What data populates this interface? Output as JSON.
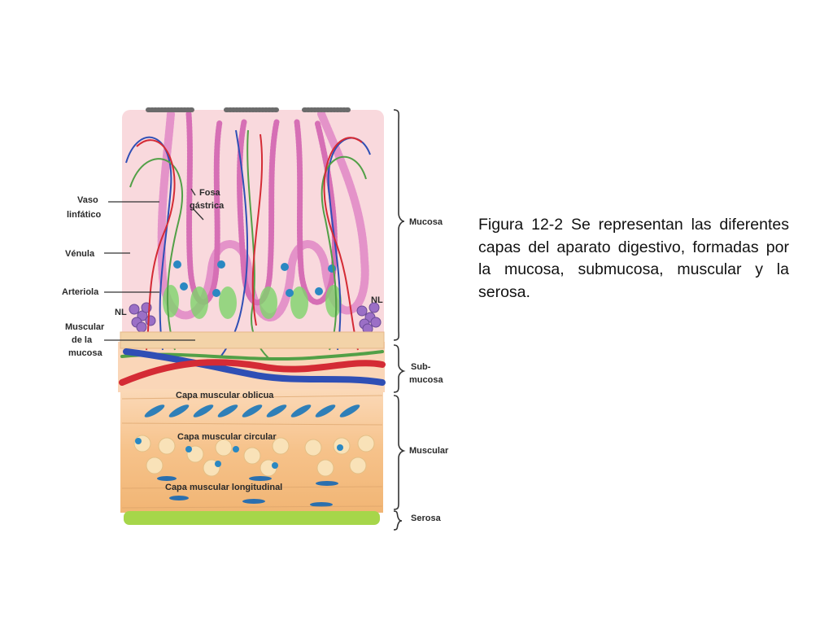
{
  "labels": {
    "vaso_linfatico": [
      "Vaso",
      "linfático"
    ],
    "venula": "Vénula",
    "arteriola": "Arteriola",
    "muscular_mucosa": [
      "Muscular",
      "de la",
      "mucosa"
    ],
    "fosa_gastrica": [
      "Fosa",
      "gástrica"
    ],
    "nl": "NL",
    "capa_oblicua": "Capa muscular oblicua",
    "capa_circular": "Capa muscular circular",
    "capa_longitudinal": "Capa muscular longitudinal"
  },
  "layers": {
    "mucosa": "Mucosa",
    "submucosa": [
      "Sub-",
      "mucosa"
    ],
    "muscular": "Muscular",
    "serosa": "Serosa"
  },
  "caption": "Figura 12-2 Se representan las diferentes capas del aparato digestivo, formadas por la mucosa, submucosa, muscular y la serosa.",
  "colors": {
    "mucosa_bg": "#f9d9dd",
    "submucosa_bg": "#fad6b8",
    "muscular_bg": "#f6c48d",
    "serosa": "#a6d64a",
    "epithelium": "#e493c9",
    "vein": "#2f4fb5",
    "artery": "#d42b35",
    "lymphatic": "#52a047",
    "nucleus": "#2a88c2"
  }
}
